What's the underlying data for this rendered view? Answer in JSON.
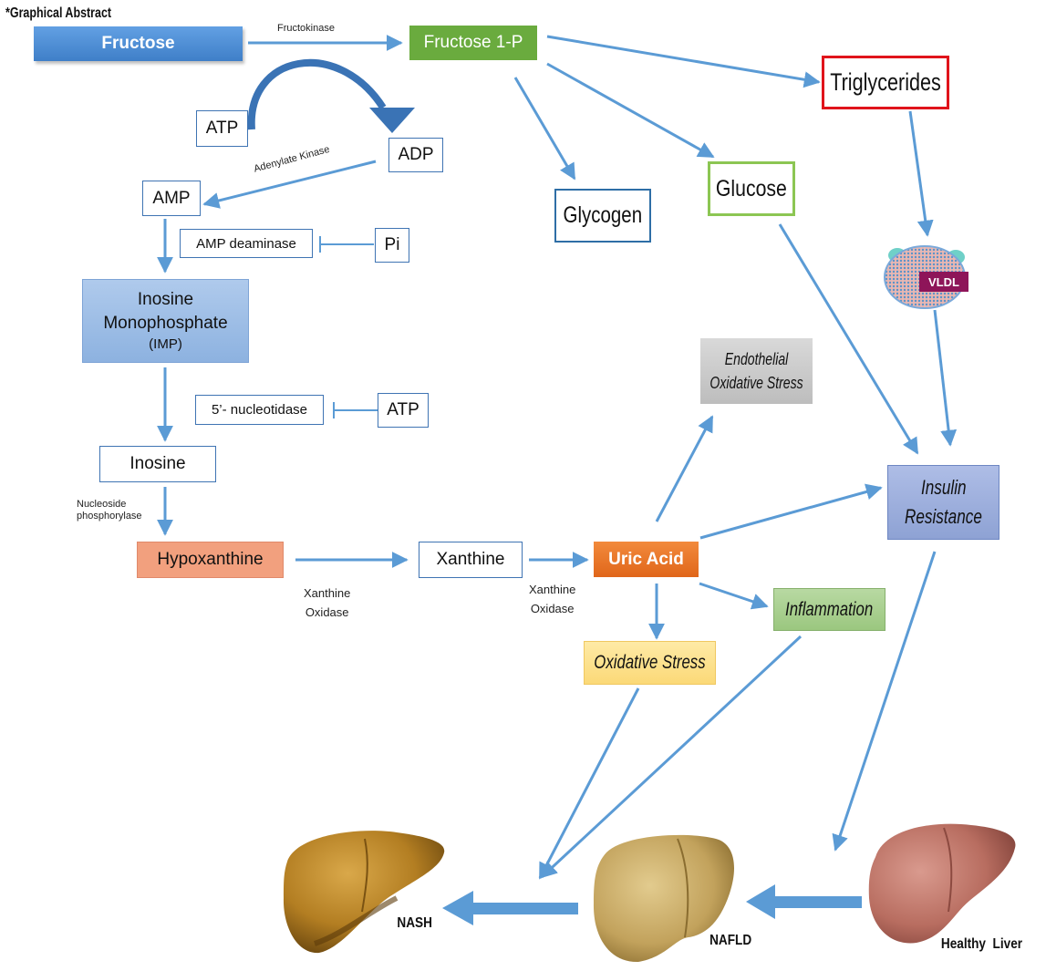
{
  "header": {
    "title": "*Graphical Abstract"
  },
  "nodes": {
    "fructose": "Fructose",
    "fructose_1p": "Fructose 1-P",
    "triglycerides": "Triglycerides",
    "atp_top": "ATP",
    "adp": "ADP",
    "amp": "AMP",
    "amp_deaminase": "AMP deaminase",
    "pi": "Pi",
    "imp_line1": "Inosine",
    "imp_line2": "Monophosphate",
    "imp_line3": "(IMP)",
    "nucleotidase": "5’- nucleotidase",
    "atp_mid": "ATP",
    "inosine": "Inosine",
    "hypoxanthine": "Hypoxanthine",
    "xanthine": "Xanthine",
    "uric_acid": "Uric Acid",
    "glycogen": "Glycogen",
    "glucose": "Glucose",
    "vldl": "VLDL",
    "endothelial_line1": "Endothelial",
    "endothelial_line2": "Oxidative Stress",
    "insulin_line1": "Insulin",
    "insulin_line2": "Resistance",
    "inflammation": "Inflammation",
    "oxidative_stress": "Oxidative Stress"
  },
  "enzymes": {
    "fructokinase": "Fructokinase",
    "adenylate_kinase": "Adenylate Kinase",
    "nucleoside_line1": "Nucleoside",
    "nucleoside_line2": "phosphorylase",
    "xo1_line1": "Xanthine",
    "xo1_line2": "Oxidase",
    "xo2_line1": "Xanthine",
    "xo2_line2": "Oxidase"
  },
  "livers": {
    "nash": "NASH",
    "nafld": "NAFLD",
    "healthy": "Healthy  Liver"
  },
  "colors": {
    "arrow": "#5b9bd5",
    "fructose_fill": "#4f8fd6",
    "fructose_1p_fill": "#6aab3e",
    "triglycerides_border": "#e0141b",
    "glucose_border": "#8cc653",
    "glycogen_border": "#2e6ea6",
    "imp_fill": "#9dbde6",
    "hypoxanthine_fill": "#f2a07e",
    "uric_acid_fill": "#ec7123",
    "endothelial_fill": "#c8c8c8",
    "insulin_fill": "#99acd9",
    "inflammation_fill": "#a9cf8f",
    "oxidative_fill": "#fde28f",
    "vldl_badge": "#8e1559"
  }
}
